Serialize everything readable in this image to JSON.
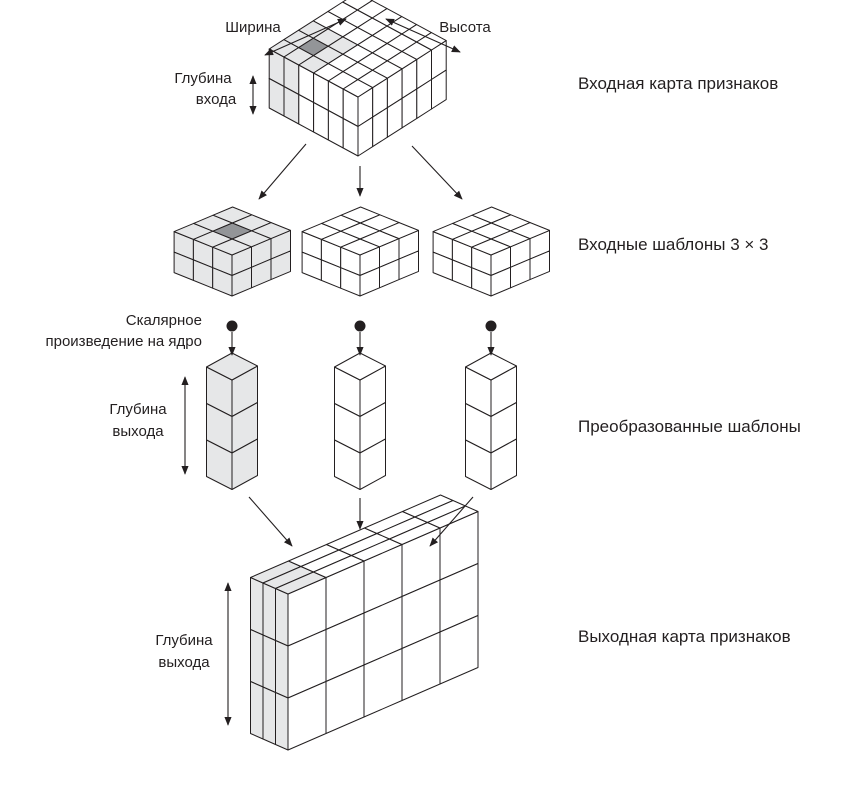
{
  "labels": {
    "width": "Ширина",
    "height": "Высота",
    "input_depth_1": "Глубина",
    "input_depth_2": "входа",
    "dot_product_1": "Скалярное",
    "dot_product_2": "произведение на ядро",
    "out_depth_1": "Глубина",
    "out_depth_2": "выхода",
    "out_depth_big_1": "Глубина",
    "out_depth_big_2": "выхода"
  },
  "stages": {
    "input_map": "Входная карта признаков",
    "input_patches": "Входные шаблоны 3 × 3",
    "transformed": "Преобразованные шаблоны",
    "output_map": "Выходная карта признаков"
  },
  "colors": {
    "stroke": "#231f20",
    "face": "#ffffff",
    "shade_light": "#e6e7e8",
    "shade_dark": "#939598",
    "dot": "#231f20"
  }
}
